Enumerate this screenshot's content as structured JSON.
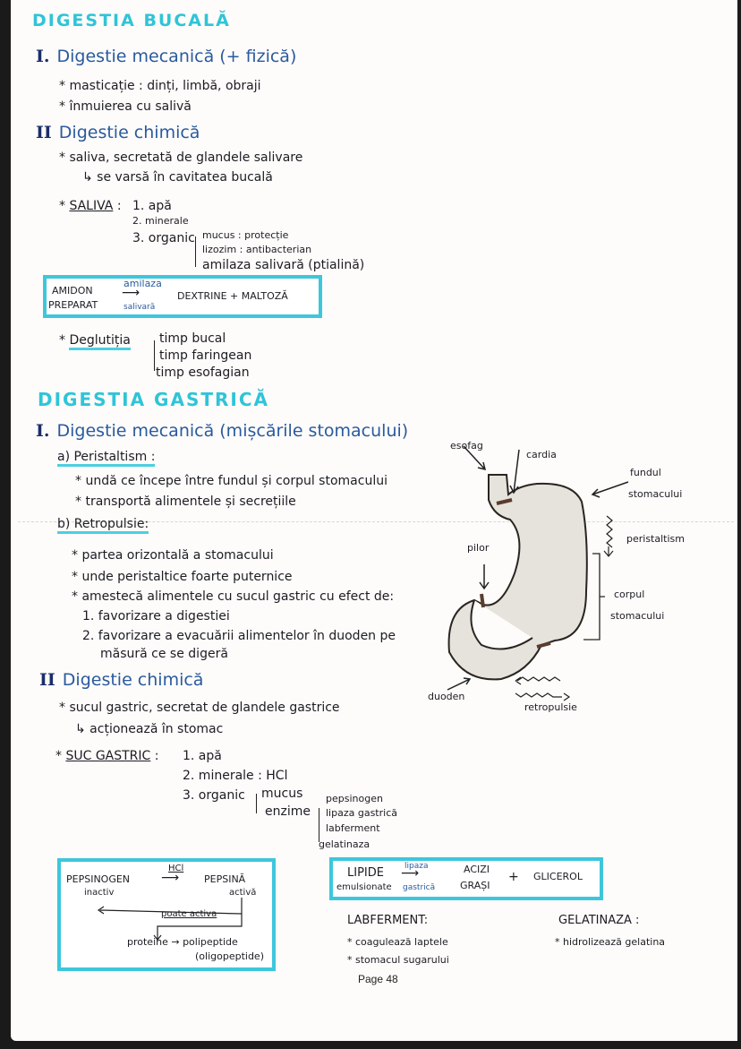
{
  "page_label": "Page 48",
  "bucal": {
    "title": "DIGESTIA BUCALĂ",
    "mech": {
      "num": "I.",
      "title": "Digestie mecanică (+ fizică)",
      "items": [
        "* masticație : dinți, limbă, obraji",
        "* înmuierea cu salivă"
      ]
    },
    "chem": {
      "num": "II",
      "title": "Digestie chimică",
      "items": [
        "* saliva, secretată de glandele salivare",
        "↳ se varsă în cavitatea bucală"
      ]
    },
    "saliva": {
      "label": "SALIVA",
      "star": "*",
      "colon": ":",
      "components": [
        "1. apă",
        "2. minerale",
        "3. organic"
      ],
      "organic": [
        "mucus : protecție",
        "lizozim : antibacterian",
        "amilaza salivară (ptialină)"
      ]
    },
    "reaction": {
      "left1": "AMIDON",
      "left2": "PREPARAT",
      "over": "amilaza",
      "under": "salivară",
      "right": "DEXTRINE + MALTOZĂ"
    },
    "deglutitia": {
      "label": "Deglutiția",
      "star": "*",
      "phases": [
        "timp bucal",
        "timp faringean",
        "timp esofagian"
      ]
    }
  },
  "gastric": {
    "title": "DIGESTIA GASTRICĂ",
    "mech": {
      "num": "I.",
      "title": "Digestie mecanică (mișcările stomacului)",
      "a": {
        "label": "a) Peristaltism :",
        "items": [
          "* undă ce începe între fundul și corpul stomacului",
          "* transportă alimentele și secrețiile"
        ]
      },
      "b": {
        "label": "b) Retropulsie:",
        "items": [
          "* partea orizontală a stomacului",
          "* unde peristaltice foarte puternice",
          "* amestecă alimentele cu sucul gastric cu efect de:"
        ],
        "effects": [
          "1. favorizare a digestiei",
          "2. favorizare a evacuării alimentelor în duoden pe",
          "măsură ce se digeră"
        ]
      }
    },
    "chem": {
      "num": "II",
      "title": "Digestie chimică",
      "items": [
        "* sucul gastric, secretat de glandele gastrice",
        "↳ acționează în stomac"
      ]
    },
    "suc": {
      "label": "SUC GASTRIC",
      "star": "*",
      "colon": ":",
      "components": [
        "1. apă",
        "2. minerale : HCl",
        "3. organic"
      ],
      "organic": [
        "mucus",
        "enzime"
      ],
      "enzymes": [
        "pepsinogen",
        "lipaza gastrică",
        "labferment",
        "gelatinaza"
      ]
    },
    "pepsin_box": {
      "left": "PEPSINOGEN",
      "left_sub": "inactiv",
      "over": "HCl",
      "right": "PEPSINĂ",
      "right_sub": "activă",
      "feedback": "poate activa",
      "result": "proteine → polipeptide",
      "result_sub": "(oligopeptide)"
    },
    "lipid_box": {
      "left": "LIPIDE",
      "left_sub": "emulsionate",
      "over": "lipaza",
      "under": "gastrică",
      "right1": "ACIZI",
      "right2": "GRAȘI",
      "plus": "+",
      "right3": "GLICEROL"
    },
    "labferment": {
      "title": "LABFERMENT:",
      "items": [
        "* coagulează laptele",
        "* stomacul sugarului"
      ]
    },
    "gelatinaza": {
      "title": "GELATINAZA :",
      "items": [
        "* hidrolizează gelatina"
      ]
    }
  },
  "diagram": {
    "labels": {
      "esofag": "esofag",
      "cardia": "cardia",
      "fundul": "fundul",
      "fundul2": "stomacului",
      "peristaltism": "peristaltism",
      "pilor": "pilor",
      "corpul": "corpul",
      "corpul2": "stomacului",
      "duoden": "duoden",
      "retropulsie": "retropulsie"
    },
    "colors": {
      "fill": "#e6e2dc",
      "stroke": "#2a2520"
    }
  }
}
